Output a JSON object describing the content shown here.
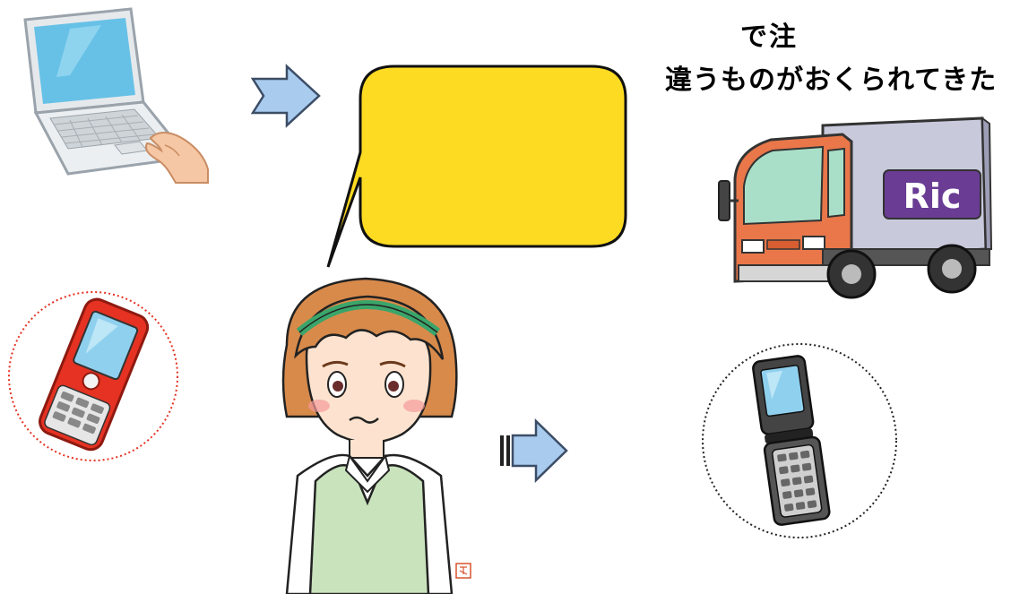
{
  "caption": {
    "line1": "で注",
    "line2": "違うものがおくられてきた"
  },
  "truck": {
    "logo_text": "Ric",
    "cab_color": "#e9774a",
    "cargo_color": "#c9c9dc",
    "logo_color": "#6a3c94"
  },
  "speech_bubble": {
    "text": "",
    "fill_color": "#fddb22"
  },
  "arrows": {
    "fill_color": "#a8cbee"
  },
  "phones": {
    "ordered_color": "#e53222",
    "received_color": "#444444"
  },
  "icons": {
    "laptop": "laptop-with-hand-icon",
    "ordered_phone": "red-slide-phone-icon",
    "received_phone": "black-flip-phone-icon",
    "truck": "delivery-truck-icon",
    "girl": "worried-girl-icon",
    "stamp": "artist-seal-icon"
  }
}
